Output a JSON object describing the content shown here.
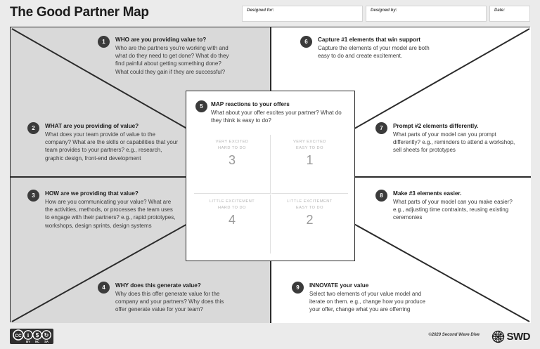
{
  "header": {
    "title": "The Good Partner Map",
    "fields": [
      {
        "label": "Designed for:",
        "value": ""
      },
      {
        "label": "Designed by:",
        "value": ""
      },
      {
        "label": "Date:",
        "value": ""
      }
    ]
  },
  "blocks": [
    {
      "number": "1",
      "title": "WHO are you providing value to?",
      "body": "Who are the partners you're working with and what do they need to get done? What do they find painful about getting something done? What could they gain if they are successful?"
    },
    {
      "number": "2",
      "title": "WHAT are you providing of value?",
      "body": "What does your team provide of value to the company? What are the skills or capabilities that your team provides to your partners? e.g., research, graphic design, front-end development"
    },
    {
      "number": "3",
      "title": "HOW are we providing that value?",
      "body": "How are you communicating your value? What are the activities, methods, or processes the team uses to engage with their partners? e.g., rapid prototypes, workshops, design sprints, design systems"
    },
    {
      "number": "4",
      "title": "WHY does this generate value?",
      "body": "Why does this offer generate value for the company and your partners? Why does this offer generate value for your team?"
    },
    {
      "number": "6",
      "title": "Capture #1 elements that win support",
      "body": "Capture the elements of your model are both easy to do and create excitement."
    },
    {
      "number": "7",
      "title": "Prompt #2 elements differently.",
      "body": "What parts of your model can you prompt differently? e.g., reminders to attend a workshop, sell sheets for prototypes"
    },
    {
      "number": "8",
      "title": "Make #3 elements easier.",
      "body": "What parts of your model can you make easier? e.g., adjusting time contraints, reusing existing ceremonies"
    },
    {
      "number": "9",
      "title": "INNOVATE your value",
      "body": "Select two elements of your value model and iterate on them. e.g., change how you produce your offer, change what you are offerring"
    }
  ],
  "matrix": {
    "number": "5",
    "title": "MAP reactions to your offers",
    "body": "What about your offer excites your partner? What do they think is easy to do?",
    "quadrants": [
      {
        "line1": "VERY EXCITED",
        "line2": "HARD TO DO",
        "number": "3"
      },
      {
        "line1": "VERY EXCITED",
        "line2": "EASY TO DO",
        "number": "1"
      },
      {
        "line1": "LITTLE EXCITEMENT",
        "line2": "HARD TO DO",
        "number": "4"
      },
      {
        "line1": "LITTLE EXCITEMENT",
        "line2": "EASY TO DO",
        "number": "2"
      }
    ]
  },
  "footer": {
    "license": "CC BY-NC-SA",
    "license_letters": [
      "BY",
      "NC",
      "SA"
    ],
    "copyright": "©2020 Second Wave Dive",
    "brand": "SWD"
  },
  "colors": {
    "page_background": "#ebebeb",
    "panel_fill_gray": "#d9d9d9",
    "panel_fill_white": "#ffffff",
    "stroke": "#2b2b2b",
    "badge": "#3b3b3b",
    "muted_text": "#b4b4b4"
  }
}
